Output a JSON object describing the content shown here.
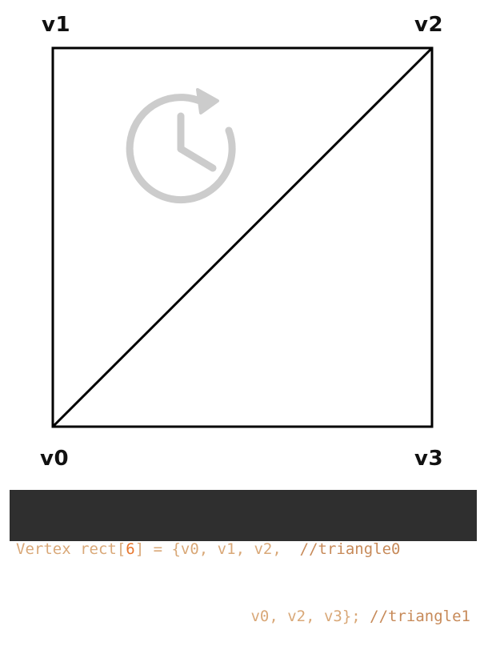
{
  "vertices": {
    "v0": "v0",
    "v1": "v1",
    "v2": "v2",
    "v3": "v3"
  },
  "icon": "history-clock-icon",
  "colors": {
    "outline": "#000000",
    "icon": "#cccccc",
    "code_background": "#2f2f2f",
    "code_text": "#d9a878",
    "code_number": "#e8772e",
    "code_comment": "#c78a59"
  },
  "code": {
    "line1_start": "Vertex rect[",
    "line1_number": "6",
    "line1_end": "] = {v0, v1, v2,  ",
    "line1_comment": "//triangle0",
    "line2_code": "v0, v2, v3}; ",
    "line2_comment": "//triangle1"
  }
}
